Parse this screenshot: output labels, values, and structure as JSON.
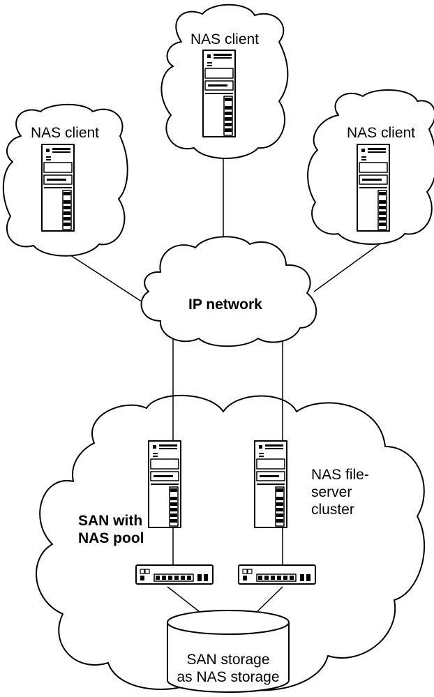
{
  "nodes": {
    "client_top": "NAS client",
    "client_left": "NAS client",
    "client_right": "NAS client",
    "network": "IP network",
    "san_pool": [
      "SAN with",
      "NAS pool"
    ],
    "cluster": [
      "NAS file-",
      "server",
      "cluster"
    ],
    "storage": [
      "SAN storage",
      "as NAS storage"
    ]
  },
  "icons": [
    "tower-server-icon",
    "network-switch-icon",
    "storage-cylinder-icon",
    "cloud-icon"
  ],
  "colors": {
    "stroke": "#000000",
    "fill": "#ffffff"
  }
}
